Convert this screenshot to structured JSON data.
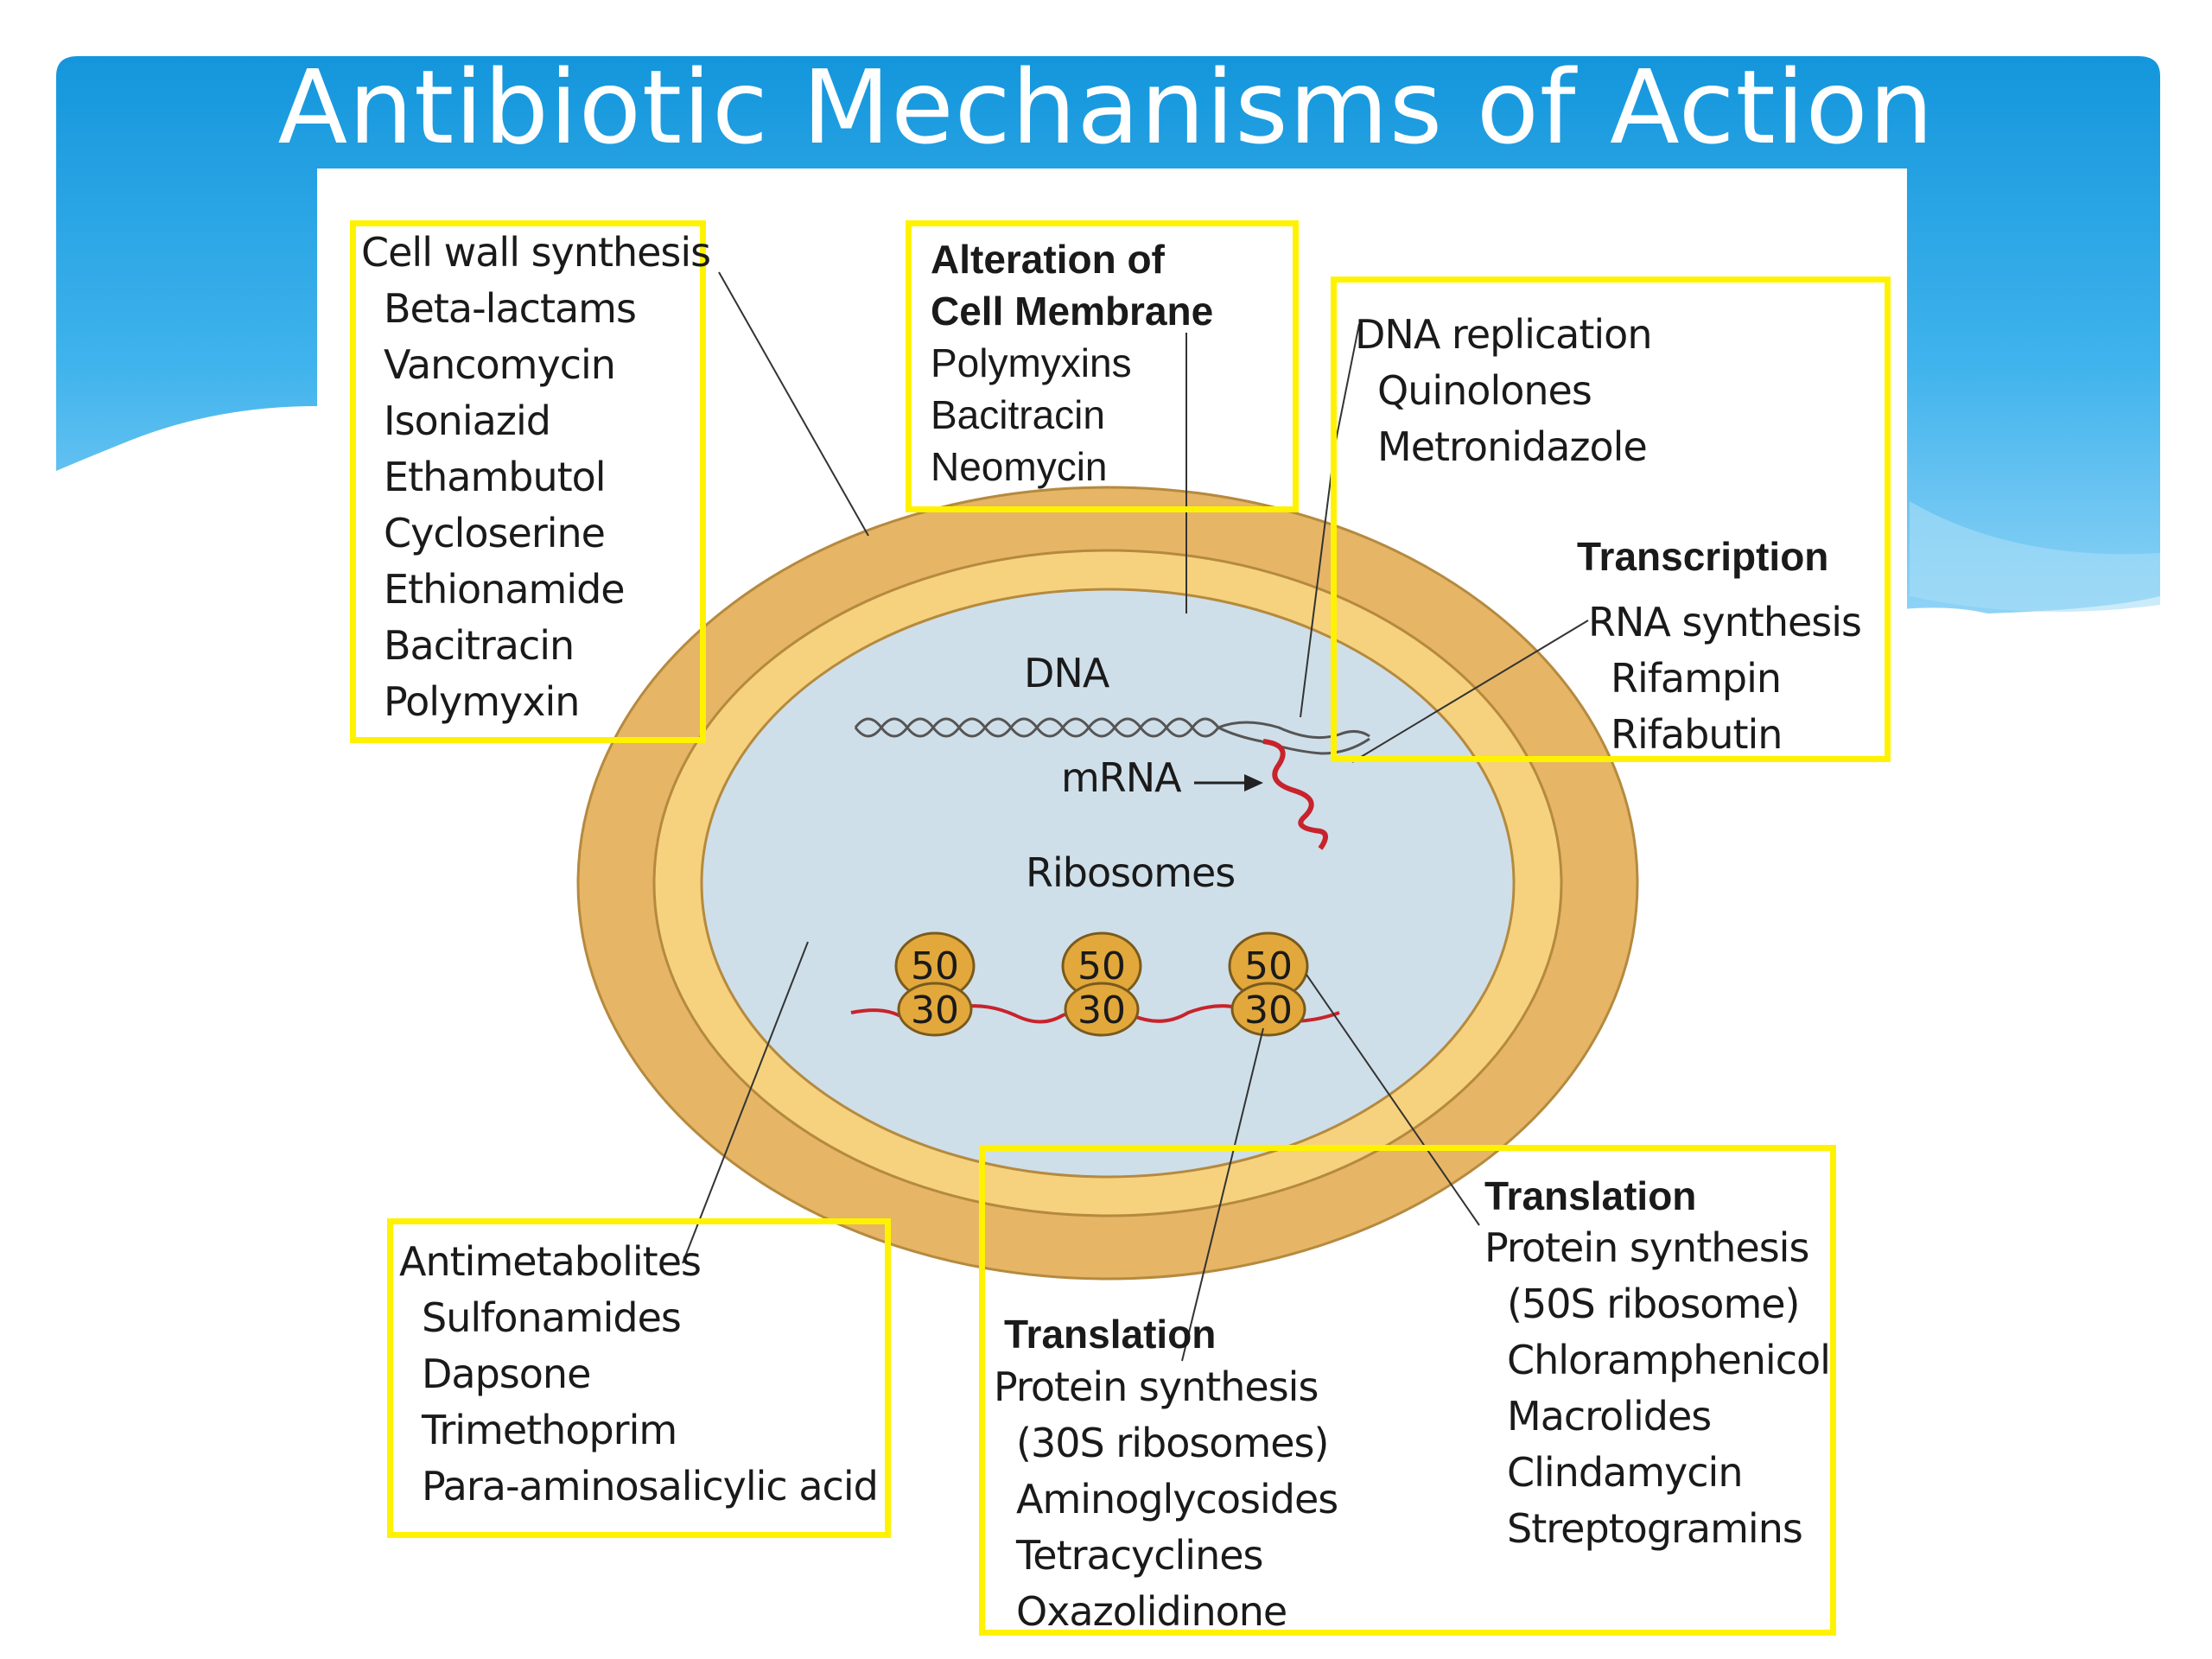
{
  "title": "Antibiotic Mechanisms of Action",
  "colors": {
    "header_blue": "#1aa3e6",
    "highlight_box": "#fff200",
    "cell_wall_outer": "#e6b566",
    "cell_wall_inner": "#f6d27e",
    "cytoplasm": "#cfdfe9",
    "mrna": "#c8232c"
  },
  "cell_labels": {
    "dna": "DNA",
    "mrna": "mRNA",
    "ribosomes": "Ribosomes",
    "large_subunit": "50",
    "small_subunit": "30"
  },
  "groups": {
    "cell_wall": {
      "heading": "Cell wall synthesis",
      "drugs": [
        "Beta-lactams",
        "Vancomycin",
        "Isoniazid",
        "Ethambutol",
        "Cycloserine",
        "Ethionamide",
        "Bacitracin",
        "Polymyxin"
      ]
    },
    "membrane": {
      "heading_line1": "Alteration of",
      "heading_line2": "Cell Membrane",
      "drugs": [
        "Polymyxins",
        "Bacitracin",
        "Neomycin"
      ]
    },
    "dna_replication": {
      "heading": "DNA replication",
      "drugs": [
        "Quinolones",
        "Metronidazole"
      ]
    },
    "transcription": {
      "title": "Transcription",
      "heading": "RNA synthesis",
      "drugs": [
        "Rifampin",
        "Rifabutin"
      ]
    },
    "antimetabolites": {
      "heading": "Antimetabolites",
      "drugs": [
        "Sulfonamides",
        "Dapsone",
        "Trimethoprim",
        "Para-aminosalicylic acid"
      ]
    },
    "translation_30s": {
      "title": "Translation",
      "heading": "Protein synthesis",
      "target": "(30S ribosomes)",
      "drugs": [
        "Aminoglycosides",
        "Tetracyclines",
        "Oxazolidinone"
      ]
    },
    "translation_50s": {
      "title": "Translation",
      "heading": "Protein synthesis",
      "target": "(50S ribosome)",
      "drugs": [
        "Chloramphenicol",
        "Macrolides",
        "Clindamycin",
        "Streptogramins"
      ]
    }
  }
}
